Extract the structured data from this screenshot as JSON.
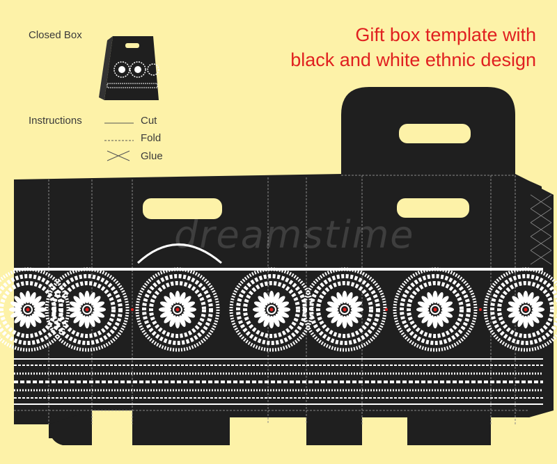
{
  "header": {
    "closed_box_label": "Closed Box",
    "title_line1": "Gift box template with",
    "title_line2": "black and white ethnic design"
  },
  "legend": {
    "title": "Instructions",
    "items": [
      {
        "label": "Cut",
        "icon": "solid-line-icon"
      },
      {
        "label": "Fold",
        "icon": "dashed-line-icon"
      },
      {
        "label": "Glue",
        "icon": "glue-cross-icon"
      }
    ]
  },
  "watermark": "dreamstime",
  "colors": {
    "background": "#fdf2a8",
    "title": "#e02020",
    "box": "#1f1f1f",
    "pattern": "#ffffff",
    "accent_dot": "#e02020"
  }
}
